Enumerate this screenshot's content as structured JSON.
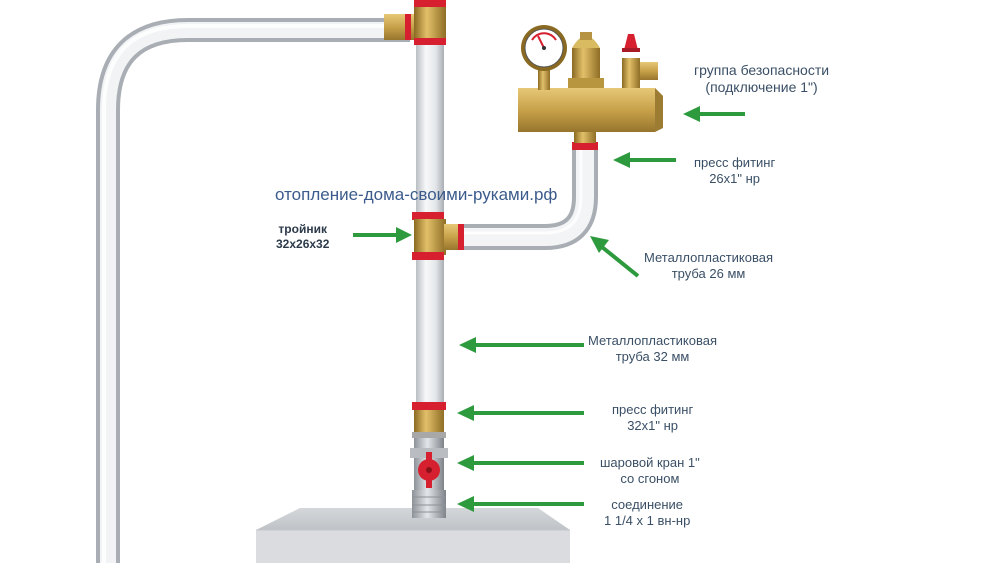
{
  "watermark": "отопление-дома-своими-руками.рф",
  "labels": {
    "safety_group": {
      "line1": "группа безопасности",
      "line2": "(подключение 1\")"
    },
    "press_fitting_26": {
      "line1": "пресс фитинг",
      "line2": "26х1\" нр"
    },
    "tee": {
      "line1": "тройник",
      "line2": "32х26х32"
    },
    "pipe_26": {
      "line1": "Металлопластиковая",
      "line2": "труба 26 мм"
    },
    "pipe_32": {
      "line1": "Металлопластиковая",
      "line2": "труба 32 мм"
    },
    "press_fitting_32": {
      "line1": "пресс фитинг",
      "line2": "32х1\" нр"
    },
    "ball_valve": {
      "line1": "шаровой кран 1\"",
      "line2": "со сгоном"
    },
    "connection": {
      "line1": "соединение",
      "line2": "1 1/4 х 1 вн-нр"
    }
  },
  "colors": {
    "arrow": "#2e9a3e",
    "pipe": "#e9ecef",
    "brass": "#c9a24a",
    "red_ring": "#d62030",
    "label_text": "#3a4f66"
  }
}
